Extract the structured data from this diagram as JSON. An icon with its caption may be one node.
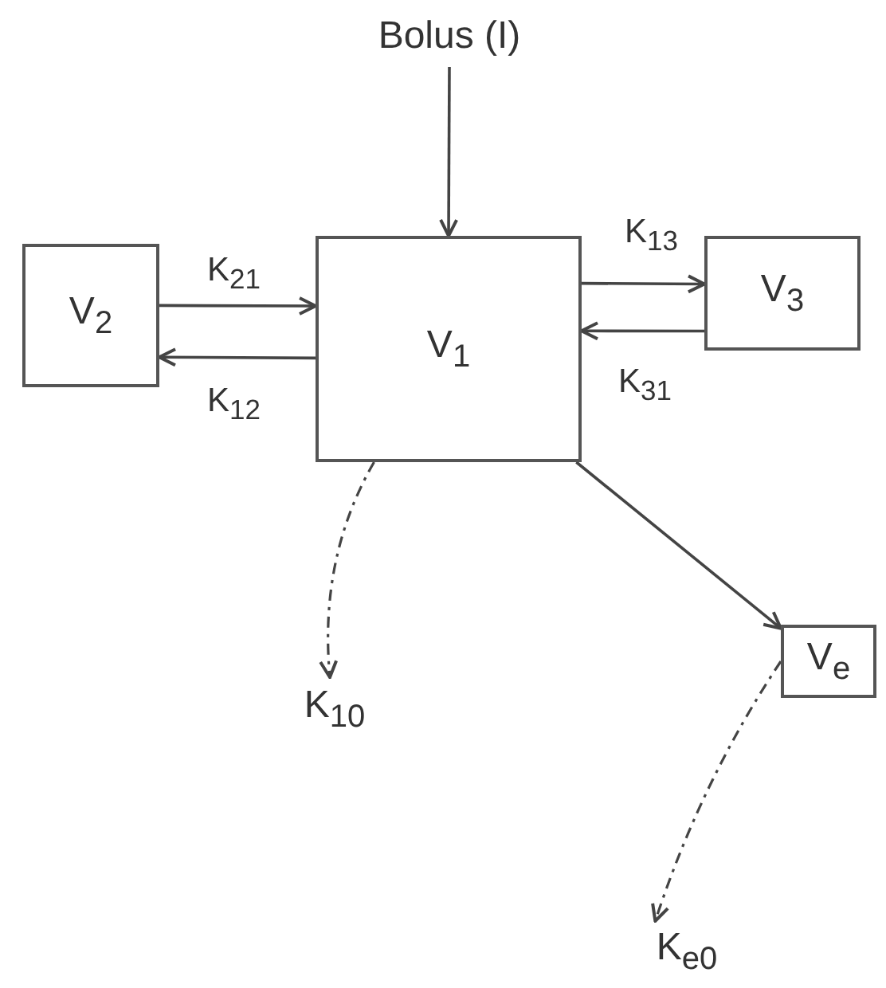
{
  "diagram": {
    "nodes": [
      {
        "text": [
          "Bolus (I)"
        ]
      },
      {
        "text": [
          "V$_{2}$"
        ]
      },
      {
        "text": [
          "V$_{1}$"
        ]
      },
      {
        "text": [
          "V$_{3}$"
        ]
      },
      {
        "text": [
          "V$_{e}$"
        ]
      },
      {
        "text": [
          "K$_{10}$"
        ]
      },
      {
        "text": [
          "K$_{e0}$"
        ]
      }
    ],
    "edges": [
      {
        "from": 0,
        "to": 2,
        "arrow": "to"
      },
      {
        "from": 1,
        "to": 2,
        "arrow": "to",
        "label": "K$_{21}$"
      },
      {
        "from": 2,
        "to": 1,
        "arrow": "to",
        "label": "K$_{12}$"
      },
      {
        "from": 2,
        "to": 3,
        "arrow": "to",
        "label": "K$_{13}$"
      },
      {
        "from": 3,
        "to": 2,
        "arrow": "to",
        "label": "K$_{31}$"
      },
      {
        "from": 2,
        "to": 4,
        "arrow": "to"
      },
      {
        "from": 2,
        "to": 5,
        "arrow": "to",
        "style": "dashed"
      },
      {
        "from": 4,
        "to": 6,
        "arrow": "to",
        "style": "dashed"
      }
    ]
  }
}
